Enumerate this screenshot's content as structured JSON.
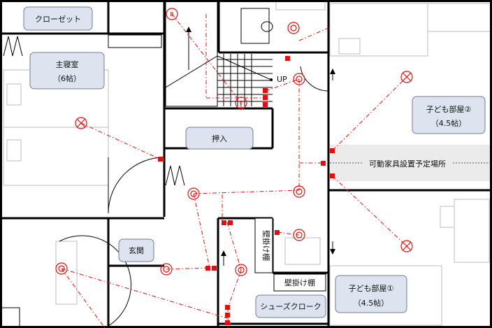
{
  "rooms": {
    "closet": "クローゼット",
    "master_bedroom_name": "主寝室",
    "master_bedroom_size": "（6帖）",
    "oshiire": "押入",
    "genkan": "玄関",
    "wall_shelf_vertical": "壁掛け棚",
    "wall_shelf_horizontal": "壁掛け棚",
    "shoes_cloak": "シューズクローク",
    "kids_room_2_name": "子ども部屋②",
    "kids_room_2_size": "（4.5帖）",
    "kids_room_1_name": "子ども部屋①",
    "kids_room_1_size": "（4.5帖）"
  },
  "notes": {
    "movable_furniture": "可動家具設置予定場所",
    "stair_up": "UP"
  },
  "symbols": {
    "bracket_light_mark": "B",
    "fan_mark": "F"
  },
  "colors": {
    "electrical": "#e01010",
    "label_fill": "#dde4f0",
    "label_border": "#6f7f99",
    "wall": "#000000"
  }
}
